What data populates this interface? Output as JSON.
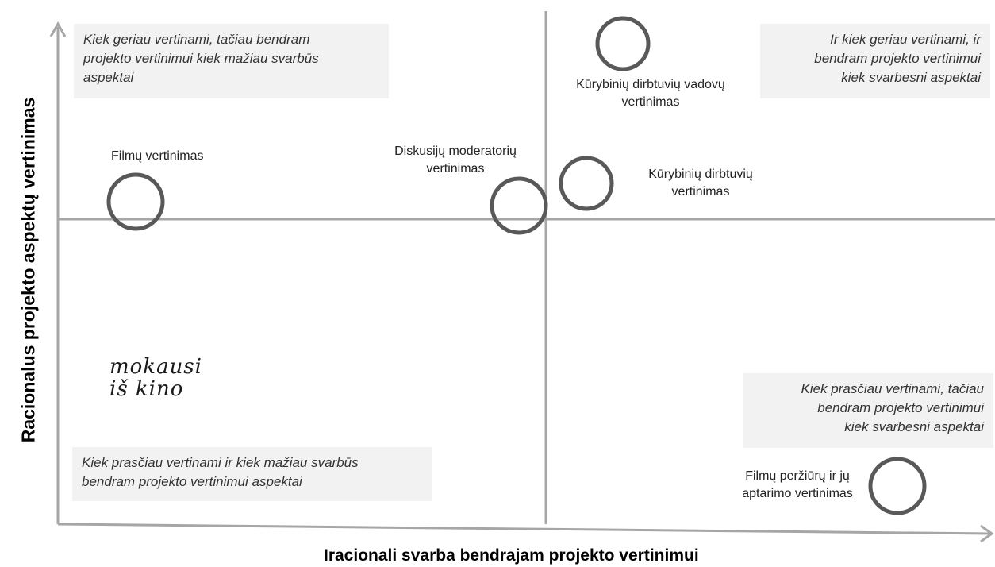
{
  "axes": {
    "y_label": "Racionalus projekto aspektų vertinimas",
    "x_label": "Iracionali svarba bendrajam projekto vertinimui"
  },
  "quadrants": {
    "top_left": [
      "Kiek geriau vertinami, tačiau bendram",
      "projekto vertinimui kiek mažiau svarbūs",
      "aspektai"
    ],
    "top_right": [
      "Ir kiek geriau vertinami, ir",
      "bendram projekto vertinimui",
      "kiek svarbesni aspektai"
    ],
    "bottom_right": [
      "Kiek prasčiau vertinami, tačiau",
      "bendram projekto vertinimui",
      "kiek svarbesni aspektai"
    ],
    "bottom_left": [
      "Kiek prasčiau vertinami ir kiek mažiau svarbūs",
      "bendram projekto vertinimui aspektai"
    ]
  },
  "items": [
    {
      "lines": [
        "Filmų vertinimas"
      ]
    },
    {
      "lines": [
        "Diskusijų moderatorių",
        "vertinimas"
      ]
    },
    {
      "lines": [
        "Kūrybinių dirbtuvių vadovų",
        "vertinimas"
      ]
    },
    {
      "lines": [
        "Kūrybinių dirbtuvių",
        "vertinimas"
      ]
    },
    {
      "lines": [
        "Filmų peržiūrų ir jų",
        "aptarimo vertinimas"
      ]
    }
  ],
  "logo": {
    "lines": [
      "mokausi",
      "iš kino"
    ]
  },
  "colors": {
    "axis": "#a6a6a6",
    "circle": "#595959",
    "box": "#f2f2f2"
  }
}
